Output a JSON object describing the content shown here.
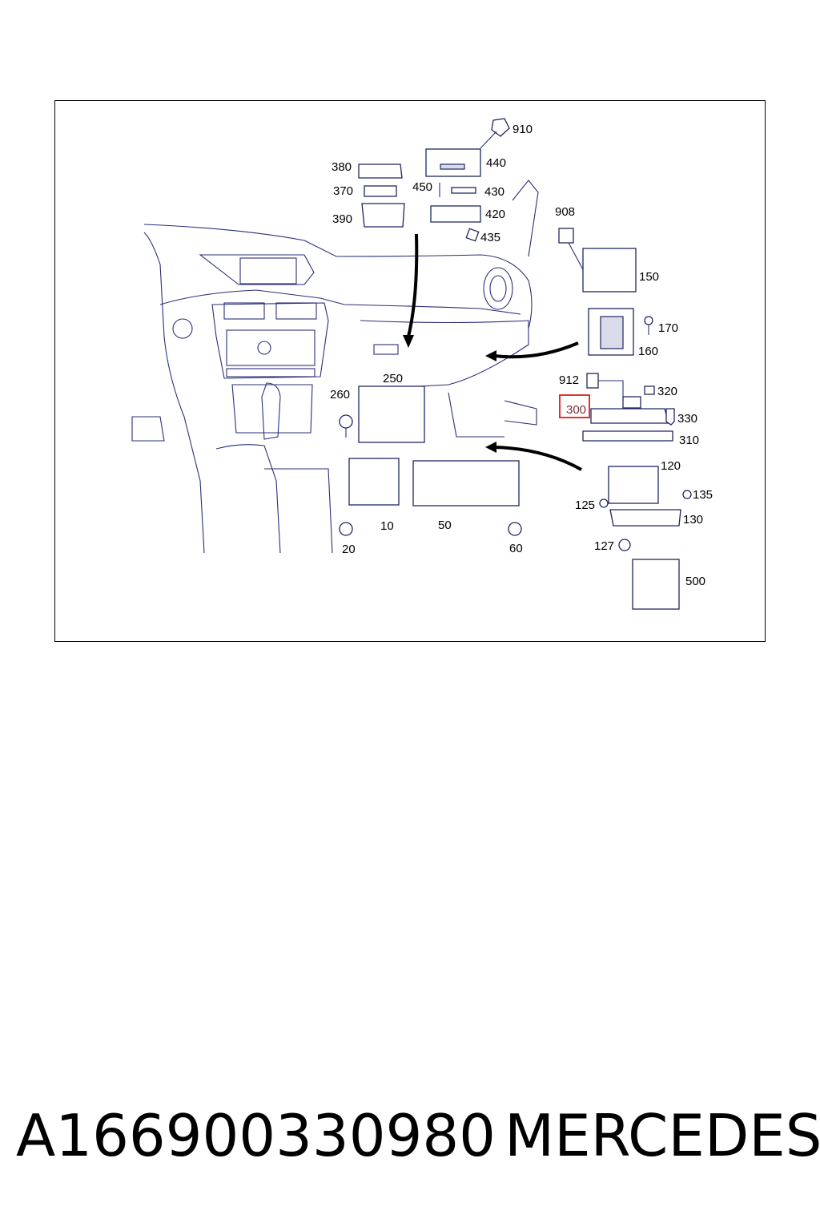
{
  "diagram": {
    "callouts": [
      "910",
      "380",
      "440",
      "370",
      "450",
      "430",
      "390",
      "420",
      "435",
      "908",
      "150",
      "170",
      "160",
      "912",
      "320",
      "300",
      "330",
      "310",
      "250",
      "260",
      "120",
      "135",
      "125",
      "130",
      "10",
      "50",
      "20",
      "60",
      "127",
      "500"
    ],
    "highlighted_callout": "300",
    "highlight_color": "#e0332f"
  },
  "caption": {
    "part_number": "A166900330980",
    "brand": "MERCEDES"
  }
}
